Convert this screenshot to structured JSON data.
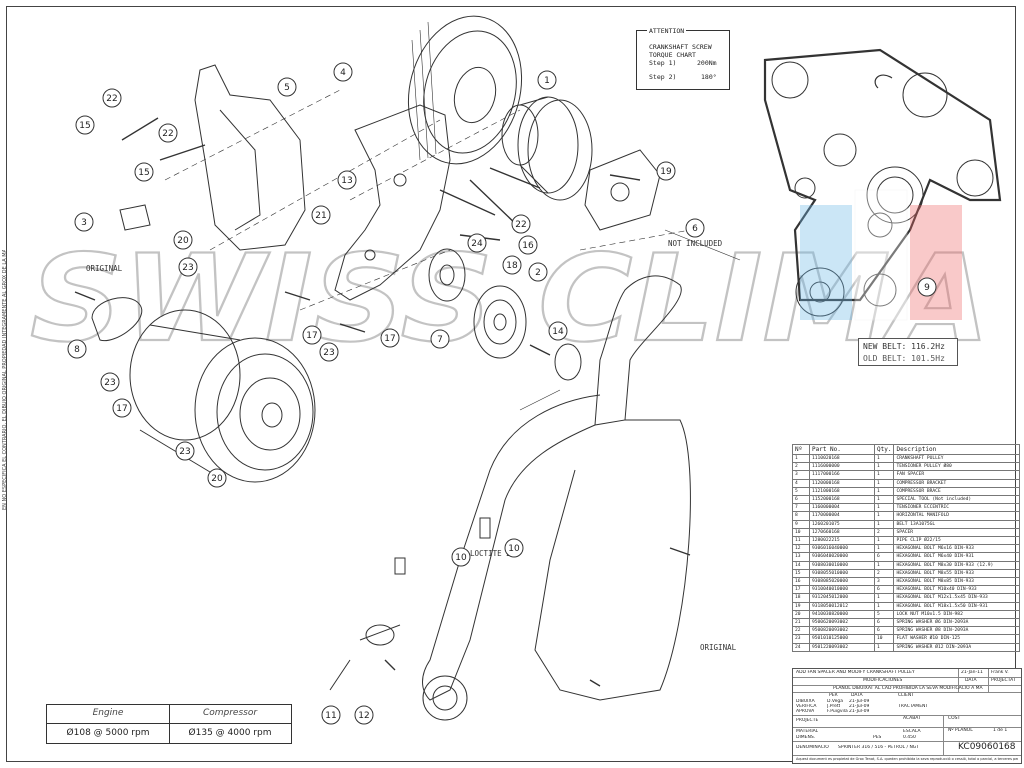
{
  "side_note": "EN NO ESPECIFICA EL CONTRARIO, EL DIBUJO ORIGINAL PROPIEDAD INTEGRAMENTE AL GROX DE LA MARCA. EL DOC. DEL NO SE PUEDE MODIFICAR",
  "watermark": "SWISS CLIMA",
  "attention": {
    "title": "ATTENTION",
    "line1": "CRANKSHAFT SCREW",
    "line2": "TORQUE CHART",
    "step1_label": "Step 1)",
    "step1_value": "200Nm",
    "step2_label": "Step 2)",
    "step2_value": "180°"
  },
  "labels": {
    "original_top": "ORIGINAL",
    "original_bottom": "ORIGINAL",
    "not_included": "NOT INCLUDED",
    "loctite": "LOCTITE 243"
  },
  "callouts": [
    "1",
    "2",
    "3",
    "4",
    "5",
    "6",
    "7",
    "8",
    "9",
    "10",
    "10",
    "11",
    "12",
    "13",
    "14",
    "15",
    "15",
    "16",
    "17",
    "17",
    "17",
    "18",
    "19",
    "20",
    "20",
    "21",
    "22",
    "22",
    "22",
    "23",
    "23",
    "23",
    "23",
    "24"
  ],
  "belt": {
    "new_label": "NEW BELT: 116.2Hz",
    "old_label": "OLD BELT: 101.5Hz"
  },
  "bom": {
    "headers": [
      "Nº",
      "Part No.",
      "Qty.",
      "Description"
    ],
    "rows": [
      [
        "1",
        "1110020168",
        "1",
        "CRANKSHAFT PULLEY"
      ],
      [
        "2",
        "1116000000",
        "1",
        "TENSIONER PULLEY Ø80"
      ],
      [
        "3",
        "1117000166",
        "1",
        "FAN SPACER"
      ],
      [
        "4",
        "1120000168",
        "1",
        "COMPRESSOR BRACKET"
      ],
      [
        "5",
        "1121000168",
        "1",
        "COMPRESSOR BRACE"
      ],
      [
        "6",
        "1152000168",
        "1",
        "SPECIAL TOOL (Not included)"
      ],
      [
        "7",
        "1160000004",
        "1",
        "TENSIONER ECCENTRIC"
      ],
      [
        "8",
        "1170000004",
        "1",
        "HORIZONTAL MANIFOLD"
      ],
      [
        "9",
        "1260201075",
        "1",
        "BELT 13A1075GL"
      ],
      [
        "10",
        "1270660168",
        "2",
        "SPACER"
      ],
      [
        "11",
        "1280022215",
        "1",
        "PIPE CLIP Ø22/15"
      ],
      [
        "12",
        "9306016040000",
        "1",
        "HEXAGONAL BOLT M6x16 DIN-933"
      ],
      [
        "13",
        "9306040020000",
        "6",
        "HEXAGONAL BOLT M6x40 DIN-931"
      ],
      [
        "14",
        "9308030010000",
        "1",
        "HEXAGONAL BOLT M8x30 DIN-933 (12.9)"
      ],
      [
        "15",
        "9308055010000",
        "2",
        "HEXAGONAL BOLT M8x55 DIN-933"
      ],
      [
        "16",
        "9308085020000",
        "3",
        "HEXAGONAL BOLT M8x85 DIN-933"
      ],
      [
        "17",
        "9310040010000",
        "6",
        "HEXAGONAL BOLT M10x40 DIN-933"
      ],
      [
        "18",
        "9312045012000",
        "1",
        "HEXAGONAL BOLT M12x1.5x45 DIN-933"
      ],
      [
        "19",
        "9318050012012",
        "1",
        "HEXAGONAL BOLT M18x1.5x50 DIN-931"
      ],
      [
        "20",
        "9410030820000",
        "5",
        "LOCK NUT M10x1.5 DIN-982"
      ],
      [
        "21",
        "9500620093002",
        "6",
        "SPRING WASHER Ø6 DIN-2093A"
      ],
      [
        "22",
        "9500820093002",
        "6",
        "SPRING WASHER Ø8 DIN-2093A"
      ],
      [
        "23",
        "9501010125000",
        "10",
        "FLAT WASHER Ø10 DIN-125"
      ],
      [
        "24",
        "9501220093002",
        "1",
        "SPRING WASHER Ø12 DIN-2093A"
      ]
    ]
  },
  "titleblock": {
    "rev_row": "ADD FAN SPACER AND MODIFY CRANKSHAFT PULLEY",
    "rev_date": "21-Jan-11",
    "rev_by": "Frank V.",
    "modif_header": "MODIFICACIONES",
    "data_header": "DATA",
    "proj_header": "PROJECTAT",
    "plan_note": "PLANOL DIBUIXAT AL CAD PROHIBIDA LA SEVA MODIFICACIÓ A MÀ",
    "per": "PER",
    "data": "DATA",
    "client": "CLIENT",
    "dibuixa": "DIBUIXA",
    "dibuixa_by": "D.Vega",
    "dibuixa_date": "21-Jul-09",
    "verifica": "VERIFICA",
    "verifica_by": "J.Prett",
    "verifica_date": "21-Jul-09",
    "aprova": "APROVA",
    "aprova_by": "F.Puigvila",
    "aprova_date": "21-Jul-09",
    "tractament": "TRACTAMENT",
    "projecte": "PROJECTE",
    "acabat": "ACABAT",
    "cost": "COST",
    "material": "MATERIAL",
    "dimens": "DIMENS.",
    "pes": "PES",
    "escala_label": "ESCALA",
    "escala": "0.450",
    "planol": "Nº PLANOL",
    "sheet": "1 de 1",
    "denominacio": "DENOMINACIÓ",
    "denominacio_value": "SPRINTER 316 / 516 - PETROL / NGT",
    "drawing_no": "KC09060168",
    "footer": "Aquest document es propietat de Grox Tenat, S.A. queden prohibida la seva reproducció o cessió, total o parcial, a terceres persones sense autorització prèvia."
  },
  "spec_table": {
    "engine_label": "Engine",
    "engine_value": "Ø108 @ 5000 rpm",
    "compressor_label": "Compressor",
    "compressor_value": "Ø135 @ 4000 rpm"
  }
}
